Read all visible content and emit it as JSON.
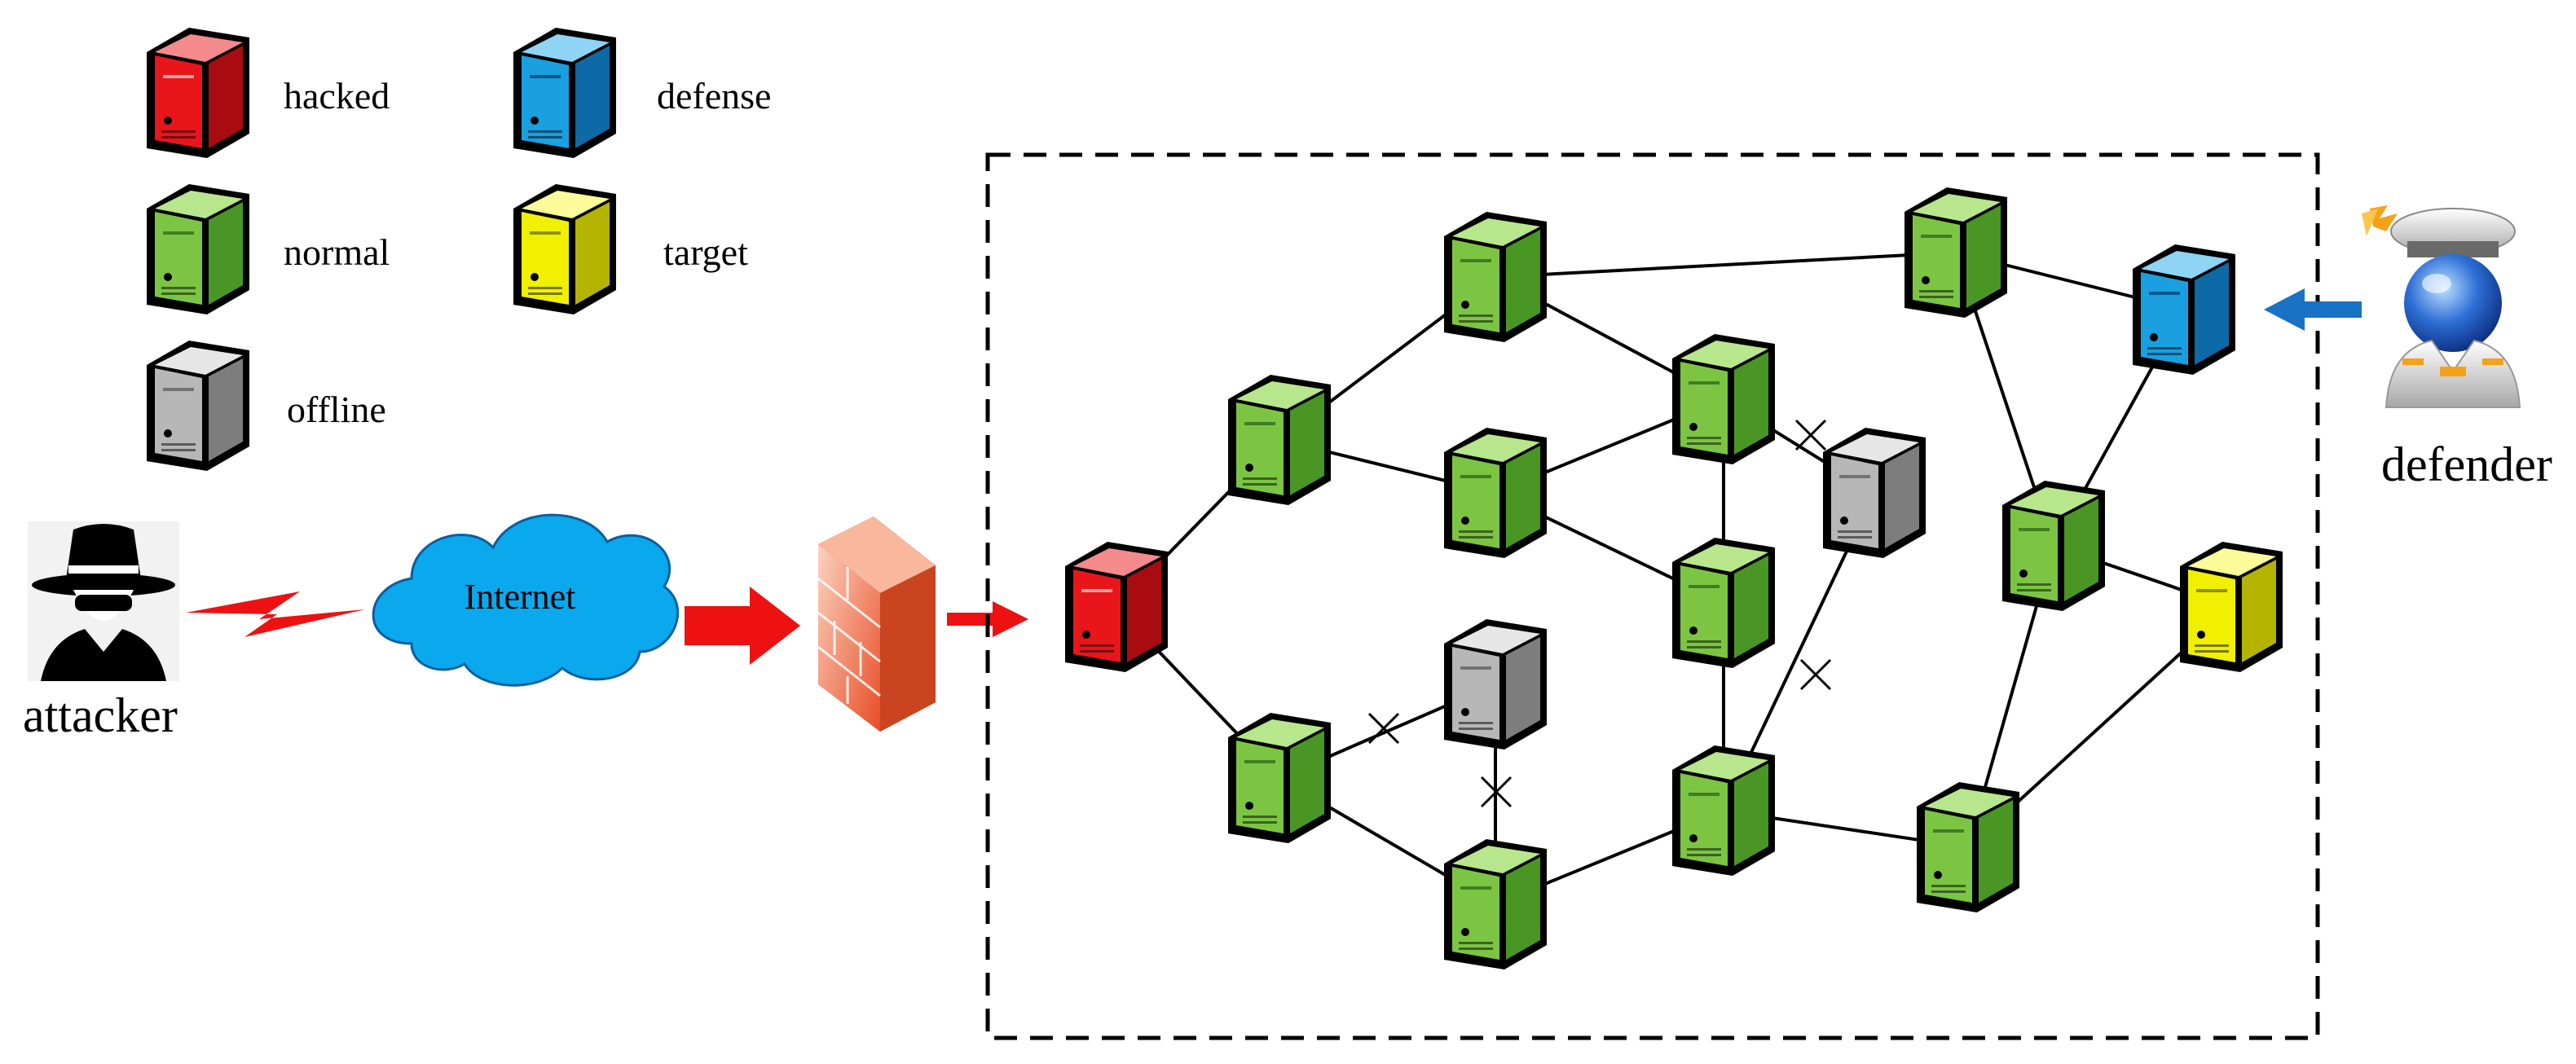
{
  "legend": {
    "hacked": "hacked",
    "defense": "defense",
    "normal": "normal",
    "target": "target",
    "offline": "offline"
  },
  "actors": {
    "attacker": "attacker",
    "defender": "defender"
  },
  "cloud_label": "Internet",
  "colors": {
    "hacked": "#e8161a",
    "normal": "#7bc543",
    "offline": "#b7b7b7",
    "defense": "#1a9fe0",
    "target": "#f0f000",
    "attack_arrow": "#ee1111",
    "defender_arrow": "#1a72c4",
    "cloud": "#0aa8ec",
    "firewall": "#f47a52"
  },
  "icons": [
    "server-icon",
    "spy-icon",
    "cloud-icon",
    "firewall-icon",
    "lightning-icon",
    "officer-icon",
    "x-mark-icon",
    "arrow-icon"
  ]
}
